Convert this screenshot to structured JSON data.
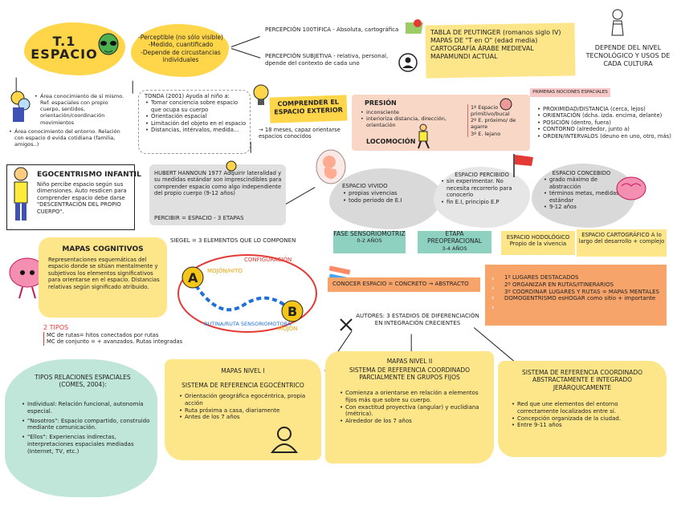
{
  "title": {
    "line1": "T.1",
    "line2": "ESPACIO"
  },
  "perception_types": {
    "items": [
      "-Perceptible (no sólo visible)",
      "-Medido, cuantificado",
      "-Depende de circustancias individuales"
    ],
    "notific": "PERCEPCIÓN 100TÍFICA - Absoluta, cartográfica",
    "subjetiva": "PERCEPCIÓN SUBJETIVA - relativa, personal, dpende del contexto de cada uno"
  },
  "history": {
    "lines": [
      "TABLA DE PEUTINGER (romanos siglo IV)",
      "MAPAS DE \"T en O\" (edad media)",
      "CARTOGRAFÍA ÁRABE MEDIEVAL",
      "MAPAMUNDI ACTUAL"
    ],
    "depends": "DEPENDE DEL NIVEL TECNOLÓGICO Y USOS DE CADA CULTURA"
  },
  "area_conocimiento": {
    "items": [
      "Área conocimiento de sí mismo. Ref. espaciales con propio cuerpo, sentidos, orientación/coordinación movimientos",
      "Área conocimiento del entorno. Relación con espacio d evida cotidiana (familia, amigos..)"
    ]
  },
  "tonda": {
    "title": "TONDA (2001) Ayuda al niño a:",
    "items": [
      "Tomar conciencia sobre espacio que ocupa su cuerpo",
      "Orientación espacial",
      "Limitación del objeto en el espacio",
      "Distancias, intérvalos, medida..."
    ]
  },
  "comprender": {
    "label": "COMPRENDER EL ESPACIO EXTERIOR",
    "note": "→ 18 meses, capaz orientarse espacios conocidos"
  },
  "presion": {
    "presion_label": "PRESIÓN",
    "presion_items": [
      "inconsciente",
      "interioriza distancia, dirección, orientación"
    ],
    "locomocion_label": "LOCOMOCIÓN",
    "spaces": [
      "1º Espacio primitivo/bucal",
      "2º E. próximo/ de agarre",
      "3º E. lejano"
    ]
  },
  "primeras_nociones": {
    "title": "PRIMERAS NOCIONES ESPACIALES",
    "items": [
      "PROXIMIDAD/DISTANCIA (cerca, lejos)",
      "ORIENTACIÓN (dcha. izda. encima, delante)",
      "POSICIÓN (dentro, fuera)",
      "CONTORNO (alrededor, junto a)",
      "ORDEN/INTERVALOS (deuno en uno, otro, más)"
    ]
  },
  "egocentrismo": {
    "title": "EGOCENTRISMO INFANTIL",
    "text": "Niño percibe espacio según sus dimensiones. Auto resdicen para comprender espacio debe darse \"DESCENTRACIÓN DEL PROPIO CUERPO\"."
  },
  "hannoun": {
    "text": "HUBERT HANNOUN 1977 Adquirir lateralidad y su medidas estándar son imprescindibles para comprender espacio como algo independiente del propio cuerpo (9-12 años)",
    "label": "PERCIBIR = ESPACIO - 3 ETAPAS"
  },
  "espacio_vivido": {
    "title": "ESPACIO VIVIDO",
    "items": [
      "propias vivencias",
      "todo periodo de E.I"
    ]
  },
  "espacio_percibido": {
    "title": "ESPACIO PERCIBIDO",
    "items": [
      "sin experimentar. No necesita recorrerlo para conocerlo",
      "fin E.I, principio E.P"
    ]
  },
  "espacio_concebido": {
    "title": "ESPACIO CONCEBIDO",
    "items": [
      "grado máximo de abstracción",
      "términos metas, medidas estándar",
      "9-12 años"
    ]
  },
  "fases": {
    "f1": "FASE SENSORIOMOTRIZ",
    "f1sub": "0-2 AÑOS",
    "f2": "ETAPA PREOPERACIONAL",
    "f2sub": "3-4 AÑOS"
  },
  "hodologico": {
    "text": "ESPACIO HODOLÓGICO Propio de la vivencia"
  },
  "cartografico": {
    "text": "ESPACIO CARTOGRÁFICO A lo largo del desarrollo + complejo"
  },
  "siegel": {
    "text": "SIEGEL = 3 ELEMENTOS QUE LO COMPONEN"
  },
  "siegel_diagram": {
    "configuracion": "CONFIGURACIÓN",
    "mojon": "MOJÓN/HITO",
    "ruta": "RUTINA/RUTA SENSORIOMOTORA",
    "mojon2": "MOJÓN",
    "a": "A",
    "b": "B"
  },
  "conocer": {
    "text": "CONOCER ESPACIO = CONCRETO → ABSTRACTO"
  },
  "orange_list": {
    "items": [
      "1º LUGARES DESTACADOS",
      "2º ORGANIZAR EN RUTAS/ITINERARIOS",
      "3º COORDINAR LUGARES Y RUTAS = MAPAS MENTALES",
      "DOMOGENTRISMO esHOGAR como sitio + importante"
    ]
  },
  "mapas_cognitivos": {
    "title": "MAPAS COGNITIVOS",
    "text": "Representaciones esquemáticas del espacio donde se sitúan mentalmente y subjetivos los elementos significativos para orientarse en el espacio. Distancias relativas según significado atribuido."
  },
  "tipos": {
    "title": "2 TIPOS",
    "items": [
      "MC de rutas= hitos conectados por rutas",
      "MC de conjunto = + avanzados. Rutas integradas"
    ]
  },
  "autores": {
    "text": "AUTORES: 3 ESTADIOS DE DIFERENCIACIÓN EN INTEGRACIÓN CRECIENTES"
  },
  "relaciones": {
    "title": "TIPOS RELACIONES ESPACIALES (COMES, 2004):",
    "items": [
      "Individual: Relación funcional, autonomía especial.",
      "\"Nosotros\": Espacio compartido, construido mediante comunicación.",
      "\"Ellos\": Experiencias indirectas, interpretaciones espaciales mediadas (Internet, TV, etc.)"
    ]
  },
  "nivel1": {
    "title": "MAPAS NIVEL I",
    "subtitle": "SISTEMA DE REFERENCIA EGOCÉNTRICO",
    "items": [
      "Orientación geográfica egocéntrica, propia acción",
      "Ruta próxima a casa, diariamente",
      "Antes de los 7 años"
    ]
  },
  "nivel2": {
    "title": "MAPAS NIVEL II",
    "subtitle": "SISTEMA DE REFERENCIA COORDINADO PARCIALMENTE EN GRUPOS FIJOS",
    "items": [
      "Comienza a orientarse en relación a elementos fijos más que sobre su cuerpo.",
      "Con exactitud proyectiva (angular) y euclidiana (métrica).",
      "Alrededor de los 7 años"
    ]
  },
  "nivel3": {
    "subtitle": "SISTEMA DE REFERENCIA COORDINADO ABSTRACTAMENTE E INTEGRADO JERÁRQUICAMENTE",
    "items": [
      "Red que une elementos del entorno correctamente localizados entre sí.",
      "Concepción organizada de la ciudad.",
      "Entre 9-11 años"
    ]
  },
  "icons": [
    "alien-icon",
    "map-pin-icon",
    "user-icon",
    "lightbulb-icon",
    "flag-icon",
    "brain-icon",
    "fetus-icon",
    "pencils-icon",
    "tools-icon",
    "person-icon"
  ]
}
